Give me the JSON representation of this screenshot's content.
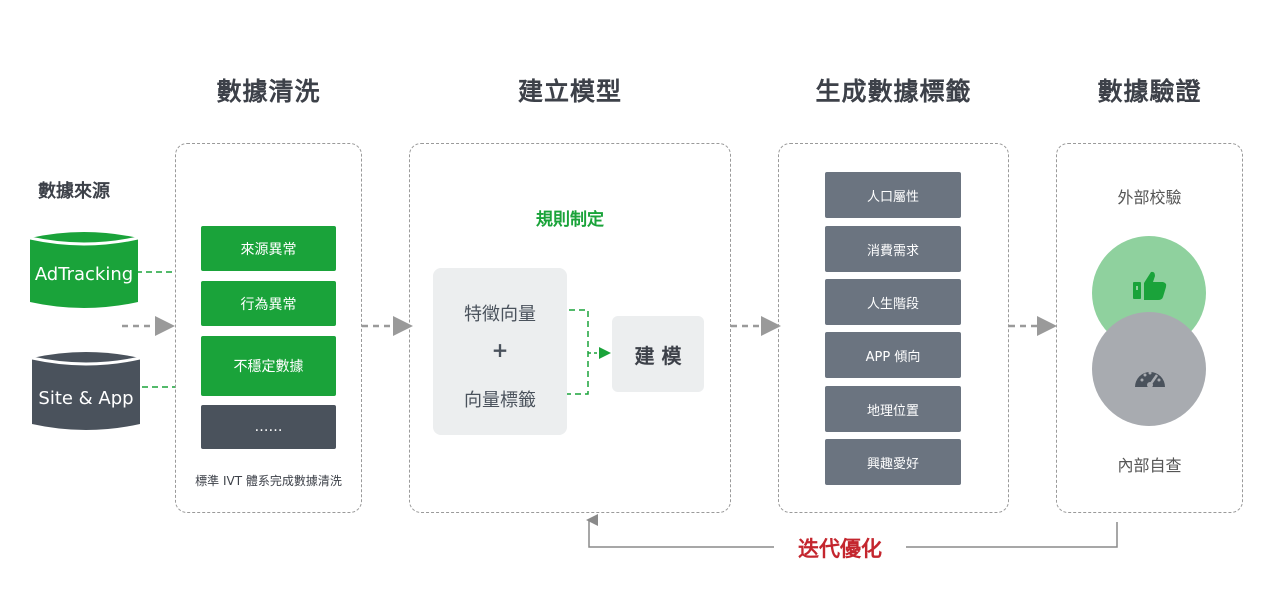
{
  "stages": {
    "cleaning": "數據清洗",
    "modeling": "建立模型",
    "tagging": "生成數據標籤",
    "validation": "數據驗證"
  },
  "sources": {
    "title": "數據來源",
    "items": [
      "AdTracking",
      "Site & App"
    ]
  },
  "cleaning": {
    "items": [
      "來源異常",
      "行為異常",
      "不穩定數據",
      "……"
    ],
    "caption": "標準 IVT 體系完成數據清洗"
  },
  "modeling": {
    "rule_title": "規則制定",
    "feature_vector": "特徵向量",
    "plus": "+",
    "vector_tag": "向量標籤",
    "build": "建 模"
  },
  "tagging": {
    "tags": [
      "人口屬性",
      "消費需求",
      "人生階段",
      "APP 傾向",
      "地理位置",
      "興趣愛好"
    ]
  },
  "validation": {
    "external": "外部校驗",
    "internal": "內部自查"
  },
  "iteration": "迭代優化",
  "colors": {
    "green": "#1aa33a",
    "dark": "#4a525c",
    "tag": "#6b7480",
    "light_green": "#8fd19e",
    "gray_circle": "#a8abb0",
    "red": "#c4262e"
  },
  "icons": [
    "thumbs-up-icon",
    "gauge-icon"
  ]
}
